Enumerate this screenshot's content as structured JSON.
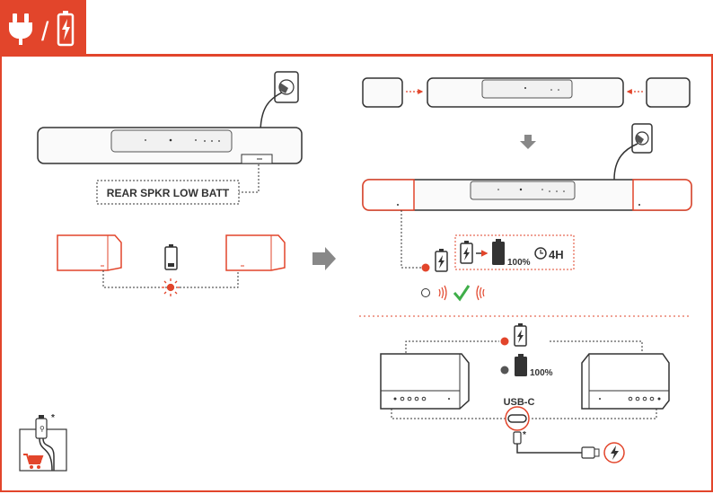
{
  "colors": {
    "accent": "#e2452b",
    "line": "#333333",
    "muted": "#bbbbbb",
    "check": "#3fae49"
  },
  "header": {
    "icons": [
      "plug-icon",
      "battery-charge-icon"
    ],
    "separator": "/"
  },
  "left_panel": {
    "warning_label": "REAR SPKR LOW BATT"
  },
  "right_panel": {
    "charge_percent": "100%",
    "charge_time": "4H",
    "usb_port_label": "USB-C",
    "usb_note_mark": "*",
    "full_charge_percent": "100%"
  },
  "footer_icon": {
    "note_mark": "*"
  }
}
